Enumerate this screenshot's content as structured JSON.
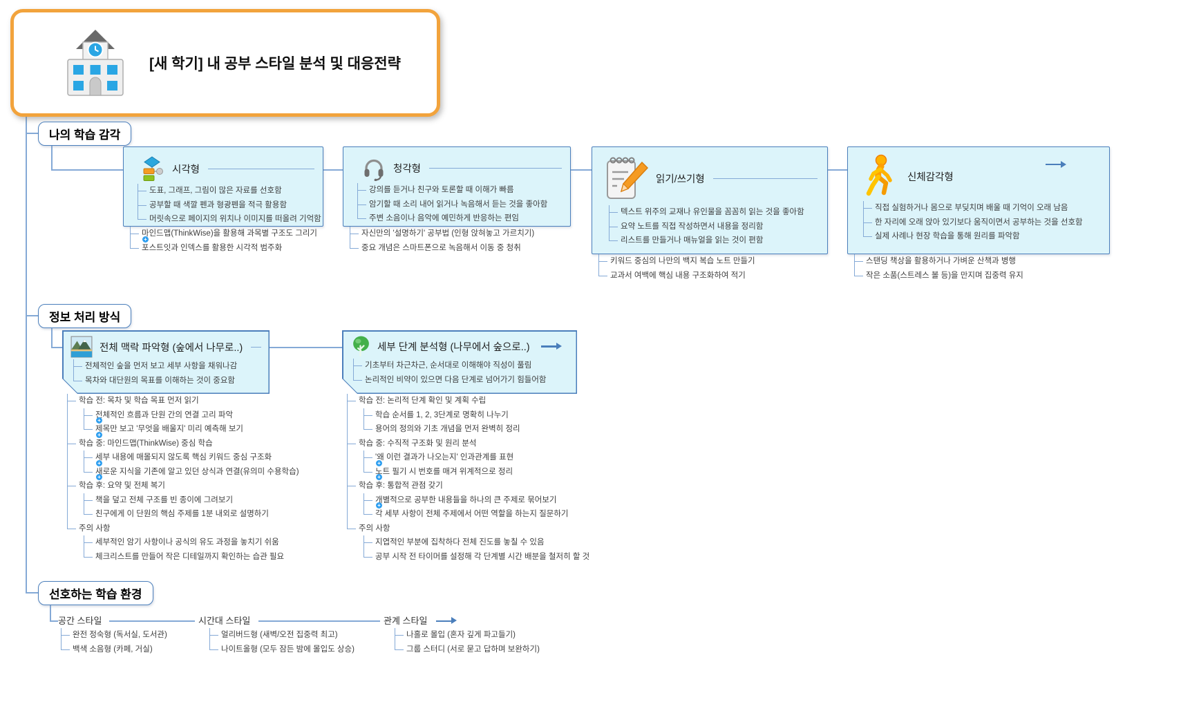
{
  "root": {
    "title": "[새 학기] 내 공부 스타일 분석 및 대응전략"
  },
  "sensory": {
    "label": "나의 학습 감각",
    "visual": {
      "title": "시각형",
      "items": [
        "도표, 그래프, 그림이 많은 자료를 선호함",
        "공부할 때 색깔 펜과 형광펜을 적극 활용함",
        "머릿속으로 페이지의 위치나 이미지를 떠올려 기억함"
      ],
      "notes": [
        "마인드맵(ThinkWise)을 활용해 과목별 구조도 그리기",
        "포스트잇과 인덱스를 활용한 시각적 범주화"
      ]
    },
    "auditory": {
      "title": "청각형",
      "items": [
        "강의를 듣거나 친구와 토론할 때 이해가 빠름",
        "암기할 때 소리 내어 읽거나 녹음해서 듣는 것을 좋아함",
        "주변 소음이나 음악에 예민하게 반응하는 편임"
      ],
      "notes": [
        "자신만의 '설명하기' 공부법 (인형 앉혀놓고 가르치기)",
        "중요 개념은 스마트폰으로 녹음해서 이동 중 청취"
      ]
    },
    "reading": {
      "title": "읽기/쓰기형",
      "items": [
        "텍스트 위주의 교재나 유인물을 꼼꼼히 읽는 것을 좋아함",
        "요약 노트를 직접 작성하면서 내용을 정리함",
        "리스트를 만들거나 매뉴얼을 읽는 것이 편함"
      ],
      "notes": [
        "키워드 중심의 나만의 백지 복습 노트 만들기",
        "교과서 여백에 핵심 내용 구조화하여 적기"
      ]
    },
    "kinesthetic": {
      "title": "신체감각형",
      "items": [
        "직접 실험하거나 몸으로 부딪치며 배울 때 기억이 오래 남음",
        "한 자리에 오래 앉아 있기보다 움직이면서 공부하는 것을 선호함",
        "실제 사례나 현장 학습을 통해 원리를 파악함"
      ],
      "notes": [
        "스탠딩 책상을 활용하거나 가벼운 산책과 병행",
        "작은 소품(스트레스 볼 등)을 만지며 집중력 유지"
      ]
    }
  },
  "processing": {
    "label": "정보 처리 방식",
    "global": {
      "title": "전체 맥락 파악형 (숲에서 나무로..)",
      "items": [
        "전체적인 숲을 먼저 보고 세부 사항을 채워나감",
        "목차와 대단원의 목표를 이해하는 것이 중요함"
      ],
      "plan": [
        {
          "label": "학습 전: 목차 및 학습 목표 먼저 읽기",
          "children": [
            "전체적인 흐름과 단원 간의 연결 고리 파악",
            "제목만 보고 '무엇을 배울지' 미리 예측해 보기"
          ]
        },
        {
          "label": "학습 중: 마인드맵(ThinkWise) 중심 학습",
          "children": [
            "세부 내용에 매몰되지 않도록 핵심 키워드 중심 구조화",
            "새로운 지식을 기존에 알고 있던 상식과 연결(유의미 수용학습)"
          ]
        },
        {
          "label": "학습 후: 요약 및 전체 복기",
          "children": [
            "책을 덮고 전체 구조를 빈 종이에 그려보기",
            "친구에게 이 단원의 핵심 주제를 1분 내외로 설명하기"
          ]
        },
        {
          "label": "주의 사항",
          "children": [
            "세부적인 암기 사항이나 공식의 유도 과정을 놓치기 쉬움",
            "체크리스트를 만들어 작은 디테일까지 확인하는 습관 필요"
          ]
        }
      ]
    },
    "detail": {
      "title": "세부 단계 분석형 (나무에서 숲으로..)",
      "items": [
        "기초부터 차근차근, 순서대로 이해해야 직성이 풀림",
        "논리적인 비약이 있으면 다음 단계로 넘어가기 힘들어함"
      ],
      "plan": [
        {
          "label": "학습 전: 논리적 단계 확인 및 계획 수립",
          "children": [
            "학습 순서를 1, 2, 3단계로 명확히 나누기",
            "용어의 정의와 기초 개념을 먼저 완벽히 정리"
          ]
        },
        {
          "label": "학습 중: 수직적 구조화 및 원리 분석",
          "children": [
            "'왜 이런 결과가 나오는지' 인과관계를 표현",
            "노트 필기 시 번호를 매겨 위계적으로 정리"
          ]
        },
        {
          "label": "학습 후: 통합적 관점 갖기",
          "children": [
            "개별적으로 공부한 내용들을 하나의 큰 주제로 묶어보기",
            "각 세부 사항이 전체 주제에서 어떤 역할을 하는지 질문하기"
          ]
        },
        {
          "label": "주의 사항",
          "children": [
            "지엽적인 부분에 집착하다 전체 진도를 놓칠 수 있음",
            "공부 시작 전 타이머를 설정해 각 단계별 시간 배분을 철저히 할 것"
          ]
        }
      ]
    }
  },
  "environment": {
    "label": "선호하는 학습 환경",
    "columns": [
      {
        "label": "공간 스타일",
        "items": [
          "완전 정숙형 (독서실, 도서관)",
          "백색 소음형 (카페, 거실)"
        ]
      },
      {
        "label": "시간대 스타일",
        "items": [
          "얼리버드형 (새벽/오전 집중력 최고)",
          "나이트올형 (모두 잠든 밤에 몰입도 상승)"
        ]
      },
      {
        "label": "관계 스타일",
        "items": [
          "나홀로 몰입 (혼자 깊게 파고들기)",
          "그룹 스터디 (서로 묻고 답하며 보완하기)"
        ]
      }
    ]
  },
  "icons": {
    "root": "school-icon",
    "visual": "flowchart-icon",
    "auditory": "headset-icon",
    "reading": "memo-pencil-icon",
    "kinesthetic": "walking-person-icon",
    "global": "landscape-icon",
    "detail": "tree-icon",
    "collapsed": "arrow-right-icon",
    "attachment": "attachment-plus-icon"
  },
  "colors": {
    "root_border": "#F2A33C",
    "line_blue": "#84A9D6",
    "box_border": "#4A7EBB",
    "box_fill": "#DCF4FA",
    "text": "#3D3D3D"
  }
}
